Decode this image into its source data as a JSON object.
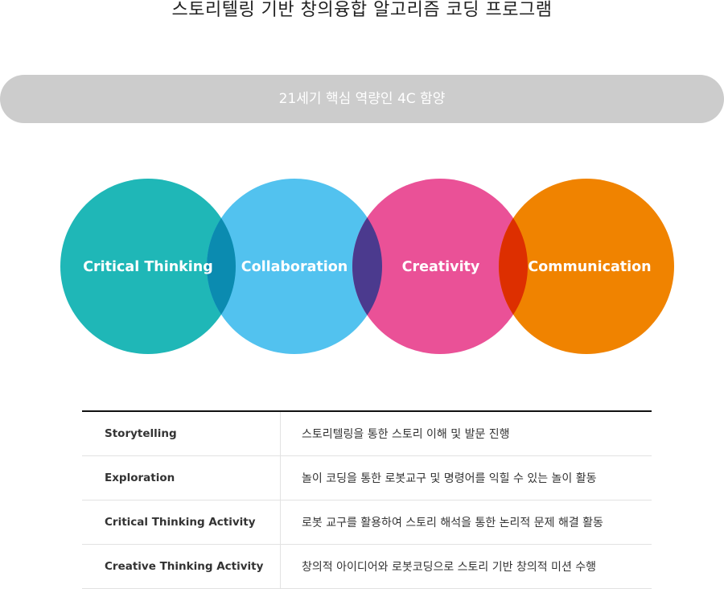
{
  "title": "스토리텔링 기반 창의융합 알고리즘 코딩 프로그램",
  "banner": "21세기 핵심 역량인 4C 함양",
  "circles": [
    {
      "label": "Critical Thinking",
      "color": "#1fb7b7"
    },
    {
      "label": "Collaboration",
      "color": "#52c2ef"
    },
    {
      "label": "Creativity",
      "color": "#ea5197"
    },
    {
      "label": "Communication",
      "color": "#f08300"
    }
  ],
  "overlaps": [
    "#0b8bb0",
    "#4b3a8e",
    "#dd2f00"
  ],
  "table": [
    {
      "term": "Storytelling",
      "description": "스토리텔링을 통한 스토리 이해 및 발문 진행"
    },
    {
      "term": "Exploration",
      "description": "놀이 코딩을 통한 로봇교구 및 명령어를 익힐 수 있는 놀이 활동"
    },
    {
      "term": "Critical Thinking Activity",
      "description": "로봇 교구를 활용하여 스토리 해석을 통한 논리적 문제 해결 활동"
    },
    {
      "term": "Creative Thinking Activity",
      "description": "창의적 아이디어와 로봇코딩으로 스토리 기반 창의적 미션 수행"
    }
  ]
}
